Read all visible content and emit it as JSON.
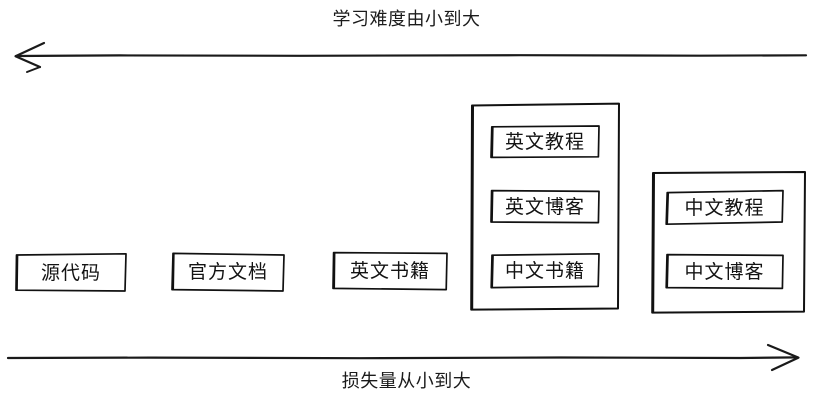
{
  "diagram": {
    "type": "comparison-spectrum",
    "background_color": "#ffffff",
    "stroke_color": "#111111",
    "axes": {
      "top": {
        "label": "学习难度由小到大",
        "direction": "left",
        "arrow_icon": "arrow-left-icon"
      },
      "bottom": {
        "label": "损失量从小到大",
        "direction": "right",
        "arrow_icon": "arrow-right-icon"
      }
    },
    "nodes": [
      {
        "id": "source-code",
        "label": "源代码"
      },
      {
        "id": "official-docs",
        "label": "官方文档"
      },
      {
        "id": "english-books",
        "label": "英文书籍"
      }
    ],
    "groups": [
      {
        "id": "english-group",
        "label": "",
        "nodes": [
          {
            "id": "english-tutorial",
            "label": "英文教程"
          },
          {
            "id": "english-blog",
            "label": "英文博客"
          },
          {
            "id": "chinese-books",
            "label": "中文书籍"
          }
        ]
      },
      {
        "id": "chinese-group",
        "label": "",
        "nodes": [
          {
            "id": "chinese-tutorial",
            "label": "中文教程"
          },
          {
            "id": "chinese-blog",
            "label": "中文博客"
          }
        ]
      }
    ]
  }
}
